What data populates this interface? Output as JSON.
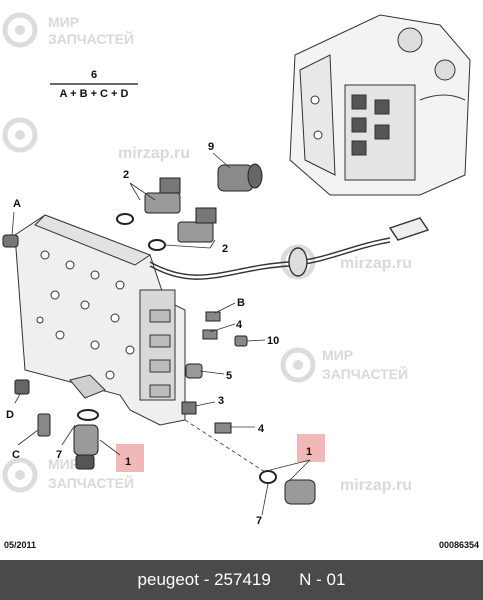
{
  "watermark": {
    "brand_line1": "МИР",
    "brand_line2": "ЗАПЧАСТЕЙ",
    "url": "mirzap.ru"
  },
  "diagram": {
    "kit_formula": {
      "number": "6",
      "formula": "A + B + C + D"
    },
    "callouts": {
      "a": "A",
      "b": "B",
      "c": "C",
      "d": "D",
      "n1_left": "1",
      "n1_right": "1",
      "n2_top": "2",
      "n2_mid": "2",
      "n3": "3",
      "n4_a": "4",
      "n4_b": "4",
      "n5": "5",
      "n7_left": "7",
      "n7_right": "7",
      "n9": "9",
      "n10": "10"
    },
    "highlight_color": "#f2b8b8",
    "date": "05/2011",
    "ref_code": "00086354"
  },
  "footer": {
    "make": "peugeot",
    "part_number": "257419",
    "note": "N - 01"
  }
}
